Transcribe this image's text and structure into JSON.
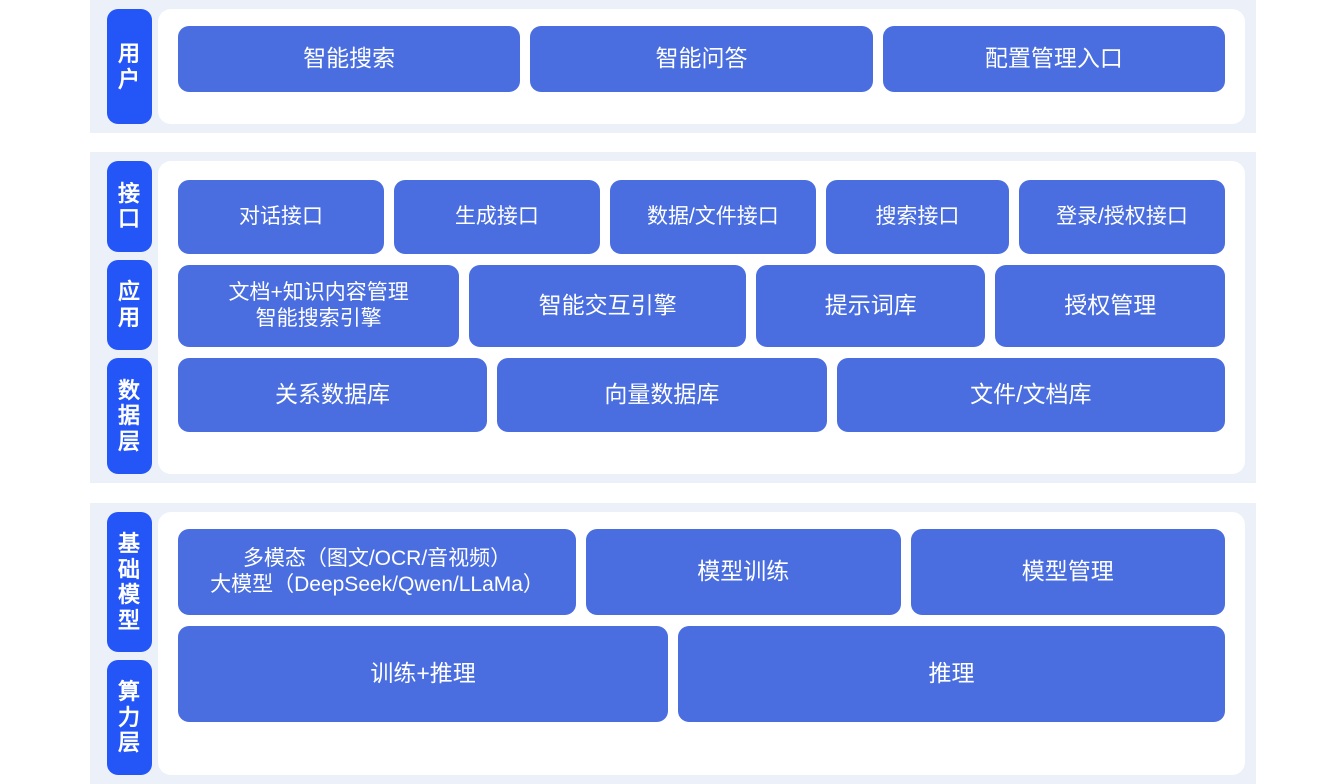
{
  "palette": {
    "page_background": "#ffffff",
    "panel_background": "#ecf1f9",
    "card_background": "#ffffff",
    "rail_tab_blue": "#2455f6",
    "box_blue": "#4a6ee0",
    "text_on_blue": "#ffffff"
  },
  "sections": [
    {
      "rail_labels": [
        "用户"
      ],
      "rows": [
        {
          "name": "user-entries",
          "boxes": [
            {
              "label": "智能搜索",
              "flex": 1
            },
            {
              "label": "智能问答",
              "flex": 1
            },
            {
              "label": "配置管理入口",
              "flex": 1
            }
          ]
        }
      ]
    },
    {
      "rail_labels": [
        "接口",
        "应用",
        "数据层"
      ],
      "rows": [
        {
          "name": "interface-apis",
          "boxes": [
            {
              "label": "对话接口",
              "flex": 1
            },
            {
              "label": "生成接口",
              "flex": 1
            },
            {
              "label": "数据/文件接口",
              "flex": 1
            },
            {
              "label": "搜索接口",
              "flex": 0.88
            },
            {
              "label": "登录/授权接口",
              "flex": 1
            }
          ]
        },
        {
          "name": "application-modules",
          "boxes": [
            {
              "label": "文档+知识内容管理\n智能搜索引擎",
              "flex": 1.18
            },
            {
              "label": "智能交互引擎",
              "flex": 1.16
            },
            {
              "label": "提示词库",
              "flex": 0.95
            },
            {
              "label": "授权管理",
              "flex": 0.95
            }
          ]
        },
        {
          "name": "data-stores",
          "boxes": [
            {
              "label": "关系数据库",
              "flex": 1
            },
            {
              "label": "向量数据库",
              "flex": 1.07
            },
            {
              "label": "文件/文档库",
              "flex": 1.27
            }
          ]
        }
      ]
    },
    {
      "rail_labels": [
        "基础模型",
        "算力层"
      ],
      "rows": [
        {
          "name": "foundation-models",
          "boxes": [
            {
              "label": "多模态（图文/OCR/音视频）\n大模型（DeepSeek/Qwen/LLaMa）",
              "flex": 1.28
            },
            {
              "label": "模型训练",
              "flex": 1
            },
            {
              "label": "模型管理",
              "flex": 1
            }
          ]
        },
        {
          "name": "compute-resources",
          "boxes": [
            {
              "label": "训练+推理",
              "flex": 1
            },
            {
              "label": "推理",
              "flex": 1.12
            }
          ]
        }
      ]
    }
  ]
}
